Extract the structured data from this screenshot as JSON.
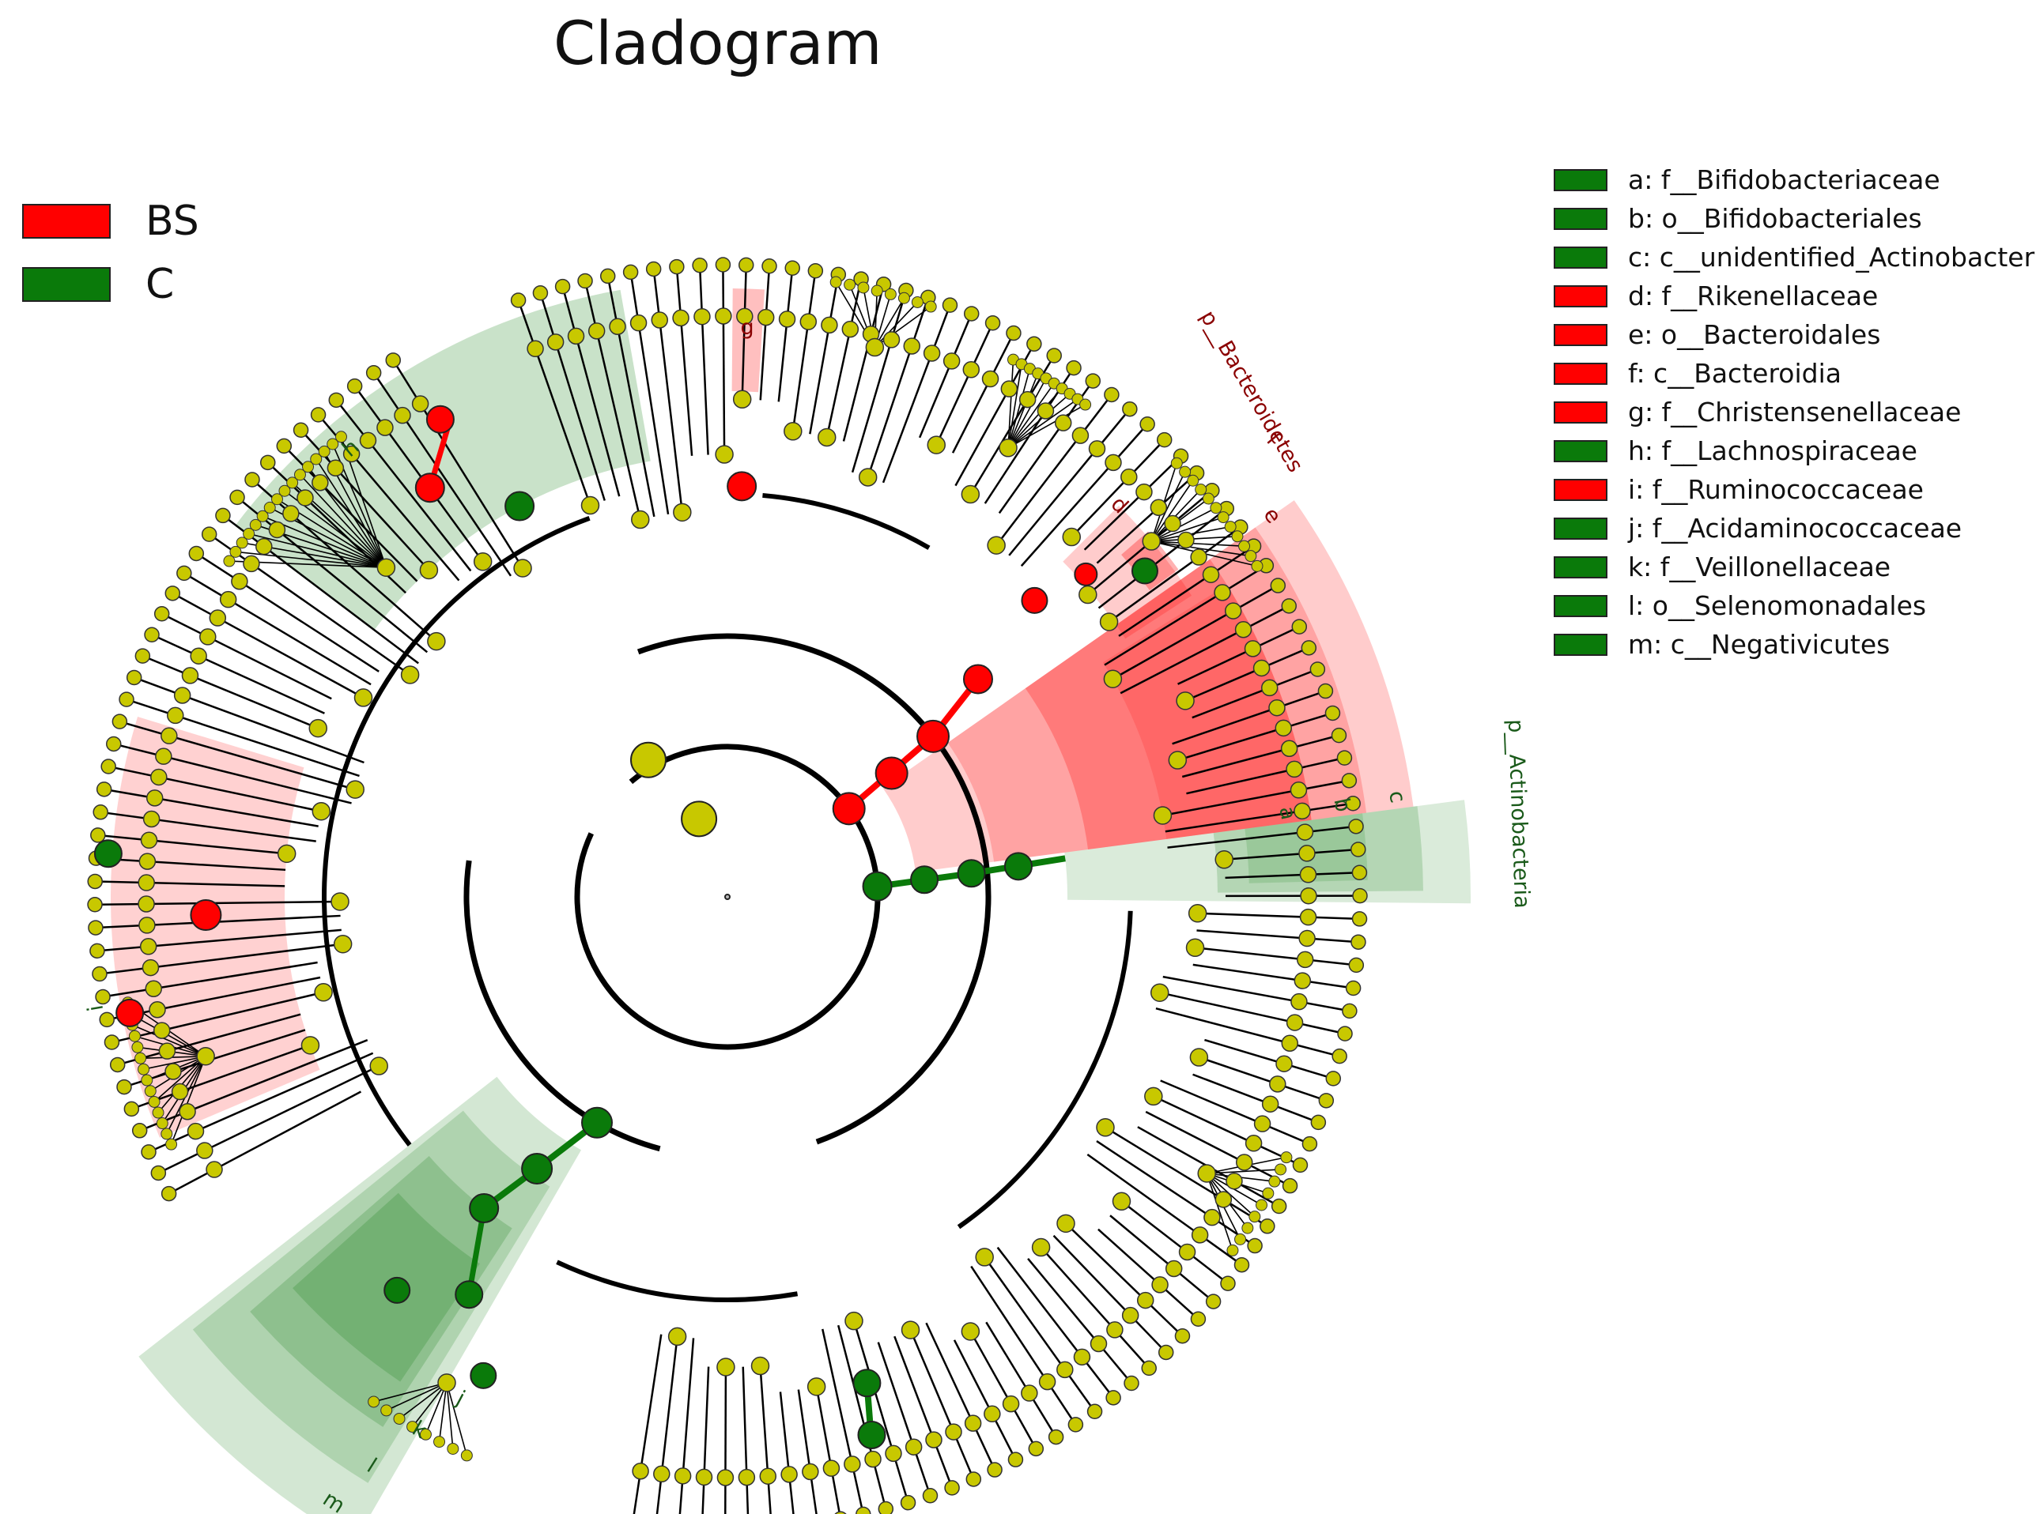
{
  "title": "Cladogram",
  "colors": {
    "BS": "#ff0000",
    "C": "#0a7a0a",
    "node": "#c8c800"
  },
  "group_legend": [
    {
      "label": "BS",
      "color": "#ff0000"
    },
    {
      "label": "C",
      "color": "#0a7a0a"
    }
  ],
  "taxa_legend": [
    {
      "label": "a: f__Bifidobacteriaceae",
      "color": "#0a7a0a"
    },
    {
      "label": "b: o__Bifidobacteriales",
      "color": "#0a7a0a"
    },
    {
      "label": "c: c__unidentified_Actinobacter",
      "color": "#0a7a0a"
    },
    {
      "label": "d: f__Rikenellaceae",
      "color": "#ff0000"
    },
    {
      "label": "e: o__Bacteroidales",
      "color": "#ff0000"
    },
    {
      "label": "f: c__Bacteroidia",
      "color": "#ff0000"
    },
    {
      "label": "g: f__Christensenellaceae",
      "color": "#ff0000"
    },
    {
      "label": "h: f__Lachnospiraceae",
      "color": "#0a7a0a"
    },
    {
      "label": "i: f__Ruminococcaceae",
      "color": "#ff0000"
    },
    {
      "label": "j: f__Acidaminococcaceae",
      "color": "#0a7a0a"
    },
    {
      "label": "k: f__Veillonellaceae",
      "color": "#0a7a0a"
    },
    {
      "label": "l: o__Selenomonadales",
      "color": "#0a7a0a"
    },
    {
      "label": "m: c__Negativicutes",
      "color": "#0a7a0a"
    }
  ],
  "clade_labels": {
    "a": "a",
    "b": "b",
    "c": "c",
    "d": "d",
    "e": "e",
    "f": "f",
    "g": "g",
    "h": "h",
    "i": "i",
    "j": "j",
    "k": "k",
    "l": "l",
    "m": "m",
    "p_bacteroidetes": "p__Bacteroidetes",
    "p_actinobacteria": "p__Actinobacteria"
  }
}
